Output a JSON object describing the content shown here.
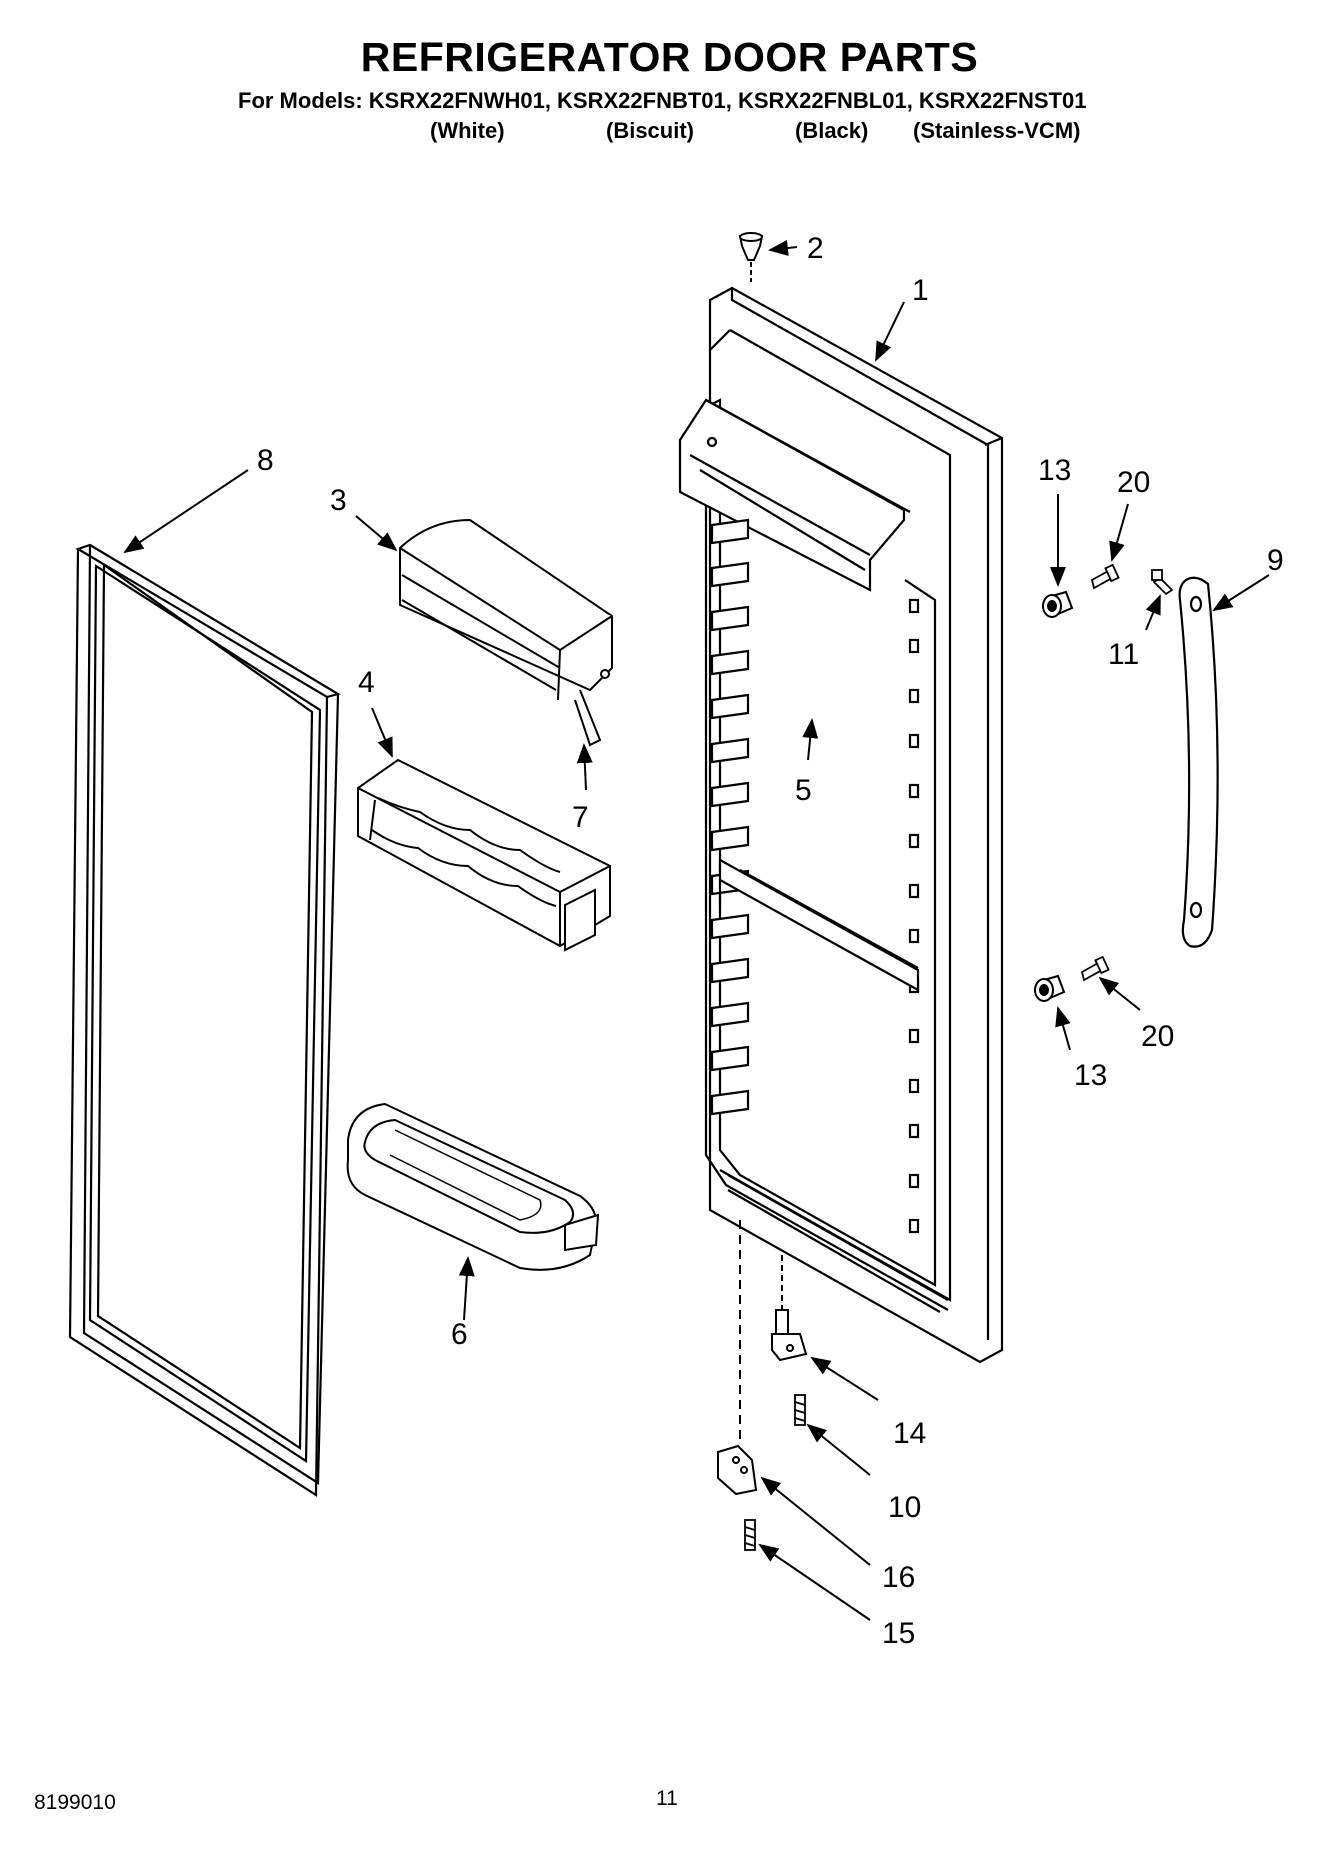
{
  "header": {
    "title": "REFRIGERATOR DOOR PARTS",
    "models_line": "For Models: KSRX22FNWH01, KSRX22FNBT01, KSRX22FNBL01, KSRX22FNST01",
    "colors": [
      "(White)",
      "(Biscuit)",
      "(Black)",
      "(Stainless-VCM)"
    ]
  },
  "footer": {
    "doc_number": "8199010",
    "page_number": "11"
  },
  "callouts": {
    "c1": "1",
    "c2": "2",
    "c3": "3",
    "c4": "4",
    "c5": "5",
    "c6": "6",
    "c7": "7",
    "c8": "8",
    "c9": "9",
    "c10": "10",
    "c11": "11",
    "c13a": "13",
    "c13b": "13",
    "c14": "14",
    "c15": "15",
    "c16": "16",
    "c20a": "20",
    "c20b": "20"
  }
}
